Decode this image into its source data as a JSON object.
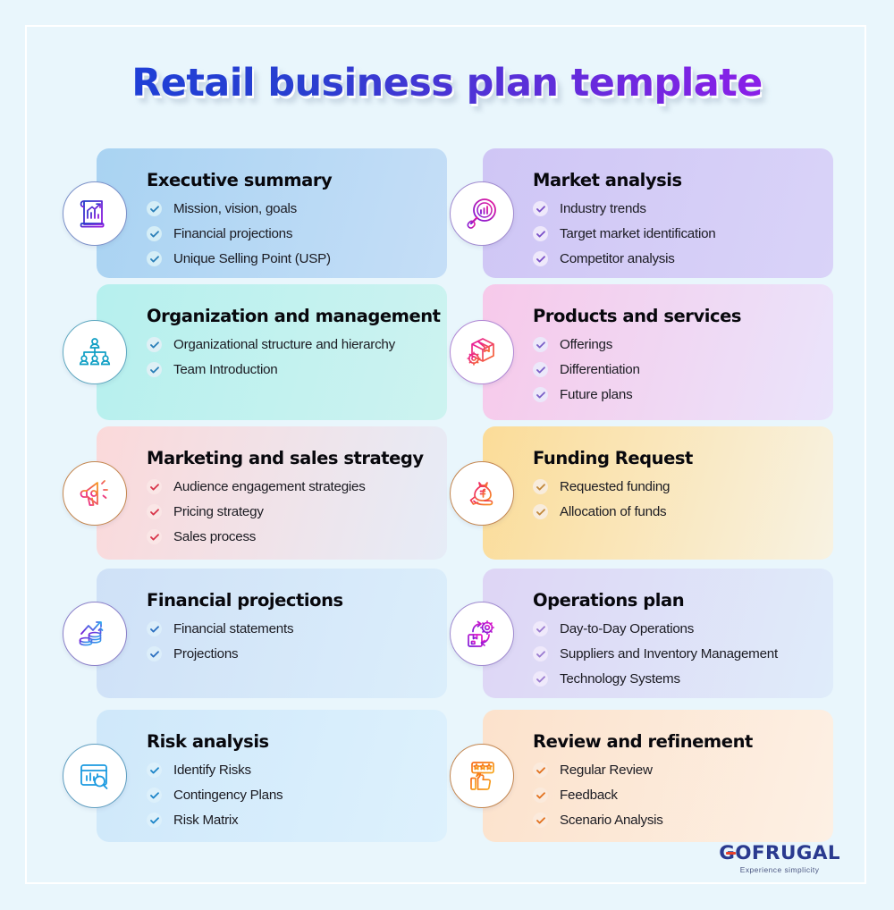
{
  "page": {
    "title": "Retail business plan template",
    "background_color": "#e9f6fc"
  },
  "cards": [
    {
      "id": "executive-summary",
      "title": "Executive summary",
      "icon": "scroll-chart-icon",
      "column": "left",
      "bg_from": "#a9d3f2",
      "bg_to": "#c5def7",
      "check_bg": "#d5eef7",
      "check_color": "#2a7fb8",
      "ring_color": "#7b90c8",
      "items": [
        "Mission, vision, goals",
        "Financial projections",
        "Unique Selling Point (USP)"
      ]
    },
    {
      "id": "market-analysis",
      "title": "Market analysis",
      "icon": "magnifier-chart-icon",
      "column": "right",
      "bg_from": "#cfc6f5",
      "bg_to": "#d9d3f8",
      "check_bg": "#eee8fb",
      "check_color": "#7a4fc8",
      "ring_color": "#a08ad0",
      "items": [
        "Industry trends",
        "Target market identification",
        "Competitor analysis"
      ]
    },
    {
      "id": "organization-and-management",
      "title": "Organization and management",
      "icon": "org-chart-icon",
      "column": "left",
      "bg_from": "#b6f0ee",
      "bg_to": "#cdf3f0",
      "check_bg": "#dff0f5",
      "check_color": "#2a7fb8",
      "ring_color": "#5fa8c0",
      "items": [
        "Organizational structure and hierarchy",
        "Team Introduction"
      ]
    },
    {
      "id": "products-and-services",
      "title": "Products and services",
      "icon": "box-gear-icon",
      "column": "right",
      "bg_from": "#f7c9ea",
      "bg_to": "#eae4fb",
      "check_bg": "#ece8fa",
      "check_color": "#7a5fc8",
      "ring_color": "#b087d4",
      "items": [
        "Offerings",
        "Differentiation",
        "Future plans"
      ]
    },
    {
      "id": "marketing-and-sales-strategy",
      "title": "Marketing and sales strategy",
      "icon": "megaphone-icon",
      "column": "left",
      "bg_from": "#fbd9da",
      "bg_to": "#e6ecf7",
      "check_bg": "#fae6e6",
      "check_color": "#d8354a",
      "ring_color": "#c4864f",
      "items": [
        "Audience engagement strategies",
        "Pricing strategy",
        "Sales process"
      ]
    },
    {
      "id": "funding-request",
      "title": "Funding Request",
      "icon": "money-bag-hand-icon",
      "column": "right",
      "bg_from": "#fbdc98",
      "bg_to": "#f8f2e2",
      "check_bg": "#f8ecdc",
      "check_color": "#c2883a",
      "ring_color": "#c4864f",
      "items": [
        "Requested funding",
        "Allocation of funds"
      ]
    },
    {
      "id": "financial-projections",
      "title": "Financial projections",
      "icon": "coins-growth-icon",
      "column": "left",
      "bg_from": "#cfe1f7",
      "bg_to": "#dbeefb",
      "check_bg": "#dceefa",
      "check_color": "#2a6fc0",
      "ring_color": "#8a7fc8",
      "items": [
        "Financial statements",
        "Projections"
      ]
    },
    {
      "id": "operations-plan",
      "title": "Operations plan",
      "icon": "box-cycle-gear-icon",
      "column": "right",
      "bg_from": "#ded5f5",
      "bg_to": "#dfecfa",
      "check_bg": "#efe9fb",
      "check_color": "#9a7ad0",
      "ring_color": "#a08ad0",
      "items": [
        "Day-to-Day Operations",
        "Suppliers and Inventory Management",
        "Technology Systems"
      ]
    },
    {
      "id": "risk-analysis",
      "title": "Risk analysis",
      "icon": "chart-magnifier-icon",
      "column": "left",
      "bg_from": "#cfe8fa",
      "bg_to": "#ddf1fd",
      "check_bg": "#dcf0fb",
      "check_color": "#1b84c8",
      "ring_color": "#5f9ec0",
      "items": [
        "Identify Risks",
        "Contingency Plans",
        "Risk Matrix"
      ]
    },
    {
      "id": "review-and-refinement",
      "title": "Review and refinement",
      "icon": "thumbs-up-rating-icon",
      "column": "right",
      "bg_from": "#fce2cc",
      "bg_to": "#fdf0e4",
      "check_bg": "#fbeadc",
      "check_color": "#e2701c",
      "ring_color": "#c4864f",
      "items": [
        "Regular Review",
        "Feedback",
        "Scenario Analysis"
      ]
    }
  ],
  "logo": {
    "name": "GOFRUGAL",
    "tagline": "Experience simplicity",
    "color": "#2a3a8f",
    "accent": "#e8412b"
  }
}
